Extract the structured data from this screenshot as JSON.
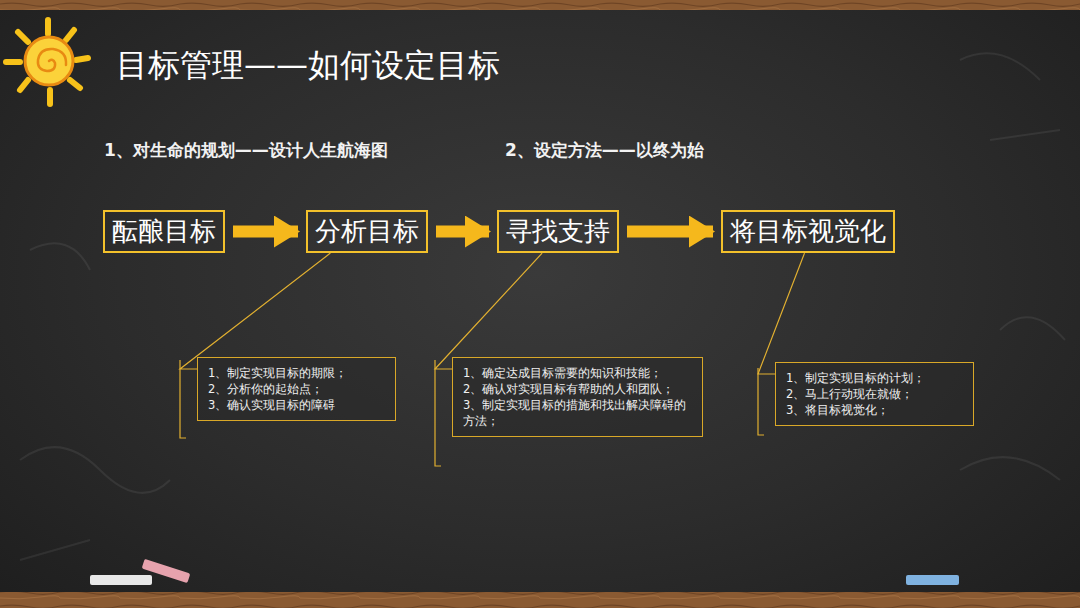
{
  "diagram": {
    "title": "目标管理——如何设定目标",
    "nodes": [
      {
        "text": [
          "酝酿目标"
        ]
      },
      {
        "text": [
          "分析目标"
        ]
      },
      {
        "text": [
          "寻找支持"
        ]
      },
      {
        "text": [
          "将目标视觉化"
        ]
      },
      {
        "text": [
          "1、制定实现目标的期限；",
          "2、分析你的起始点；",
          "3、确认实现目标的障碍"
        ]
      },
      {
        "text": [
          "1、确定达成目标需要的知识和技能；",
          "2、确认对实现目标有帮助的人和团队；",
          "3、制定实现目标的措施和找出解决障碍的方法；"
        ]
      },
      {
        "text": [
          "1、制定实现目标的计划；",
          "2、马上行动现在就做；",
          "3、将目标视觉化；"
        ]
      }
    ],
    "edges": [
      {
        "from": 0,
        "to": 1,
        "arrow": "to"
      },
      {
        "from": 1,
        "to": 2,
        "arrow": "to"
      },
      {
        "from": 2,
        "to": 3,
        "arrow": "to"
      },
      {
        "from": 1,
        "to": 4,
        "arrow": "none"
      },
      {
        "from": 2,
        "to": 5,
        "arrow": "none"
      },
      {
        "from": 3,
        "to": 6,
        "arrow": "none"
      }
    ],
    "labels": [
      "1、对生命的规划——设计人生航海图",
      "2、设定方法——以终为始"
    ]
  }
}
